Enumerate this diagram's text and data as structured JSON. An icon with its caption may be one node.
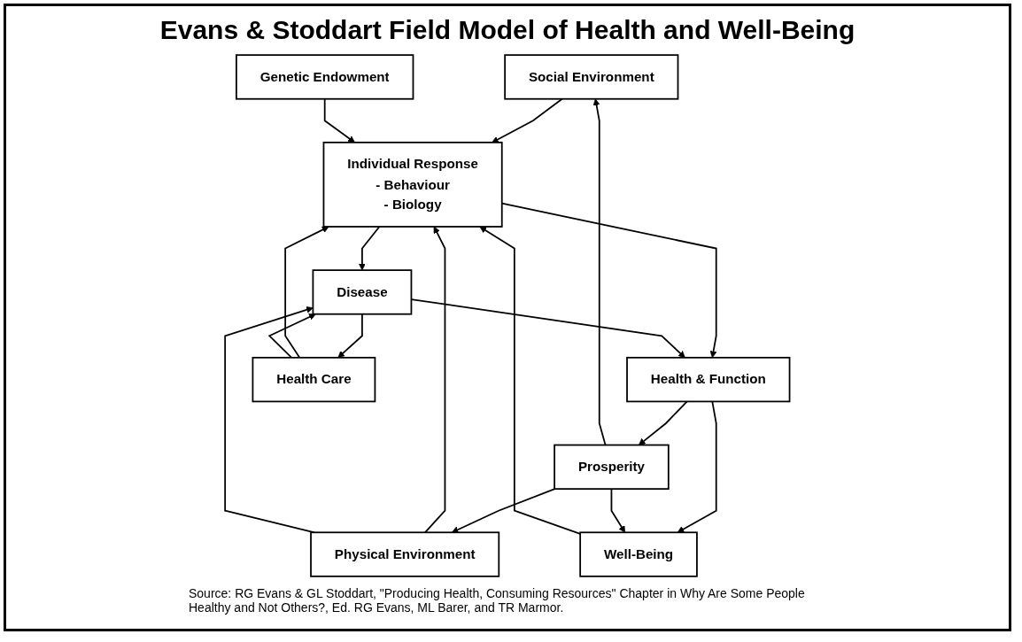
{
  "diagram": {
    "title": "Evans & Stoddart Field Model of Health and Well-Being",
    "caption": "Source:  RG Evans & GL Stoddart, \"Producing Health, Consuming Resources\" Chapter in Why Are Some People Healthy and Not Others?, Ed. RG Evans, ML Barer, and TR Marmor.",
    "nodes": [
      {
        "text": [
          "Social Environment"
        ]
      },
      {
        "text": [
          "Physical Environment"
        ]
      },
      {
        "text": [
          "Genetic Endowment"
        ]
      },
      {
        "text": [
          "Individual Response",
          "- Behaviour",
          "- Biology"
        ]
      },
      {
        "text": [
          "Health & Function"
        ]
      },
      {
        "text": [
          "Disease"
        ]
      },
      {
        "text": [
          "Health Care"
        ]
      },
      {
        "text": [
          "Well-Being"
        ]
      },
      {
        "text": [
          "Prosperity"
        ]
      }
    ],
    "edges": [
      {
        "from": 8,
        "to": 0,
        "arrow": "to"
      },
      {
        "from": 8,
        "to": 1,
        "arrow": "to"
      },
      {
        "from": 0,
        "to": 3,
        "arrow": "to"
      },
      {
        "from": 1,
        "to": 3,
        "arrow": "to"
      },
      {
        "from": 2,
        "to": 3,
        "arrow": "to"
      },
      {
        "from": 6,
        "to": 3,
        "arrow": "to"
      },
      {
        "from": 1,
        "to": 5,
        "arrow": "to"
      },
      {
        "from": 3,
        "to": 5,
        "arrow": "to"
      },
      {
        "from": 3,
        "to": 4,
        "arrow": "to"
      },
      {
        "from": 5,
        "to": 4,
        "arrow": "to"
      },
      {
        "from": 5,
        "to": 6,
        "arrow": "to"
      },
      {
        "from": 6,
        "to": 5,
        "arrow": "to"
      },
      {
        "from": 4,
        "to": 8,
        "arrow": "to"
      },
      {
        "from": 4,
        "to": 7,
        "arrow": "to"
      },
      {
        "from": 8,
        "to": 7,
        "arrow": "to"
      },
      {
        "from": 7,
        "to": 3,
        "arrow": "to"
      }
    ]
  }
}
